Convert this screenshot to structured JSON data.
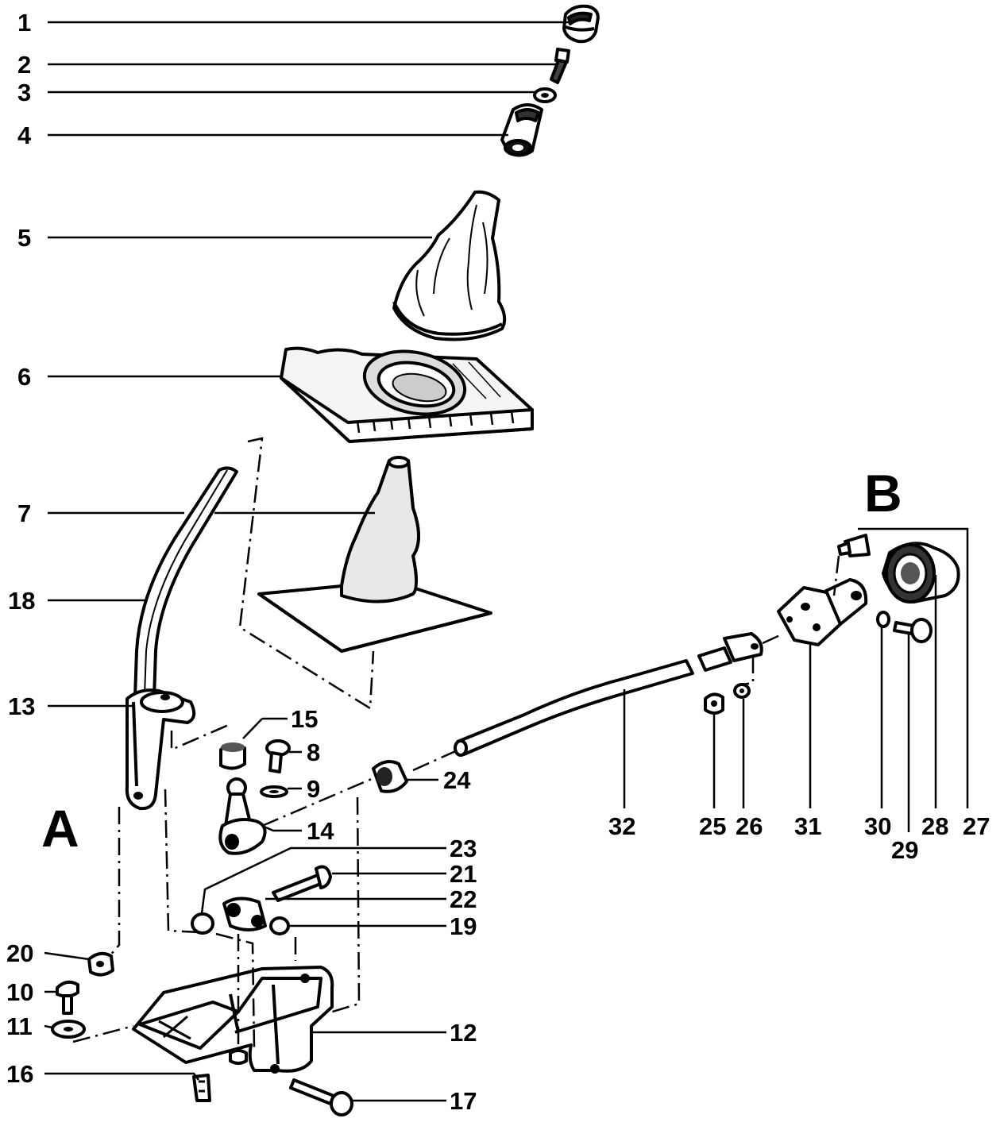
{
  "callouts": {
    "1": "1",
    "2": "2",
    "3": "3",
    "4": "4",
    "5": "5",
    "6": "6",
    "7": "7",
    "8": "8",
    "9": "9",
    "10": "10",
    "11": "11",
    "12": "12",
    "13": "13",
    "14": "14",
    "15": "15",
    "16": "16",
    "17": "17",
    "18": "18",
    "19": "19",
    "20": "20",
    "21": "21",
    "22": "22",
    "23": "23",
    "24": "24",
    "25": "25",
    "26": "26",
    "27": "27",
    "28": "28",
    "29": "29",
    "30": "30",
    "31": "31",
    "32": "32"
  },
  "sections": {
    "a": "A",
    "b": "B"
  }
}
